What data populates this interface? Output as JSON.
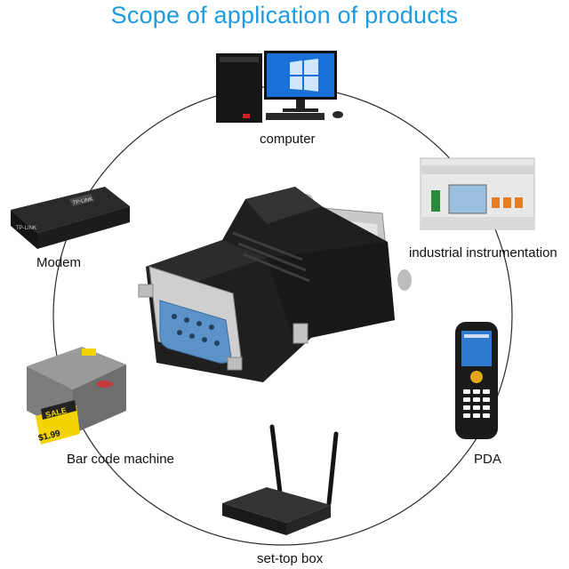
{
  "title": "Scope of application of products",
  "devices": {
    "computer": "computer",
    "industrial": "industrial instrumentation",
    "modem": "Modem",
    "pda": "PDA",
    "barcode": "Bar code machine",
    "settop": "set-top box"
  },
  "brand_text": {
    "modem_brand": "TP-LINK",
    "modem_logo": "TP-LINK",
    "printer_sale": "SALE",
    "printer_price": "$1.99"
  },
  "colors": {
    "title": "#1e9be0",
    "adapter_body": "#1f1f1f",
    "adapter_port": "#5b93c9",
    "metal": "#c9c9c9"
  }
}
